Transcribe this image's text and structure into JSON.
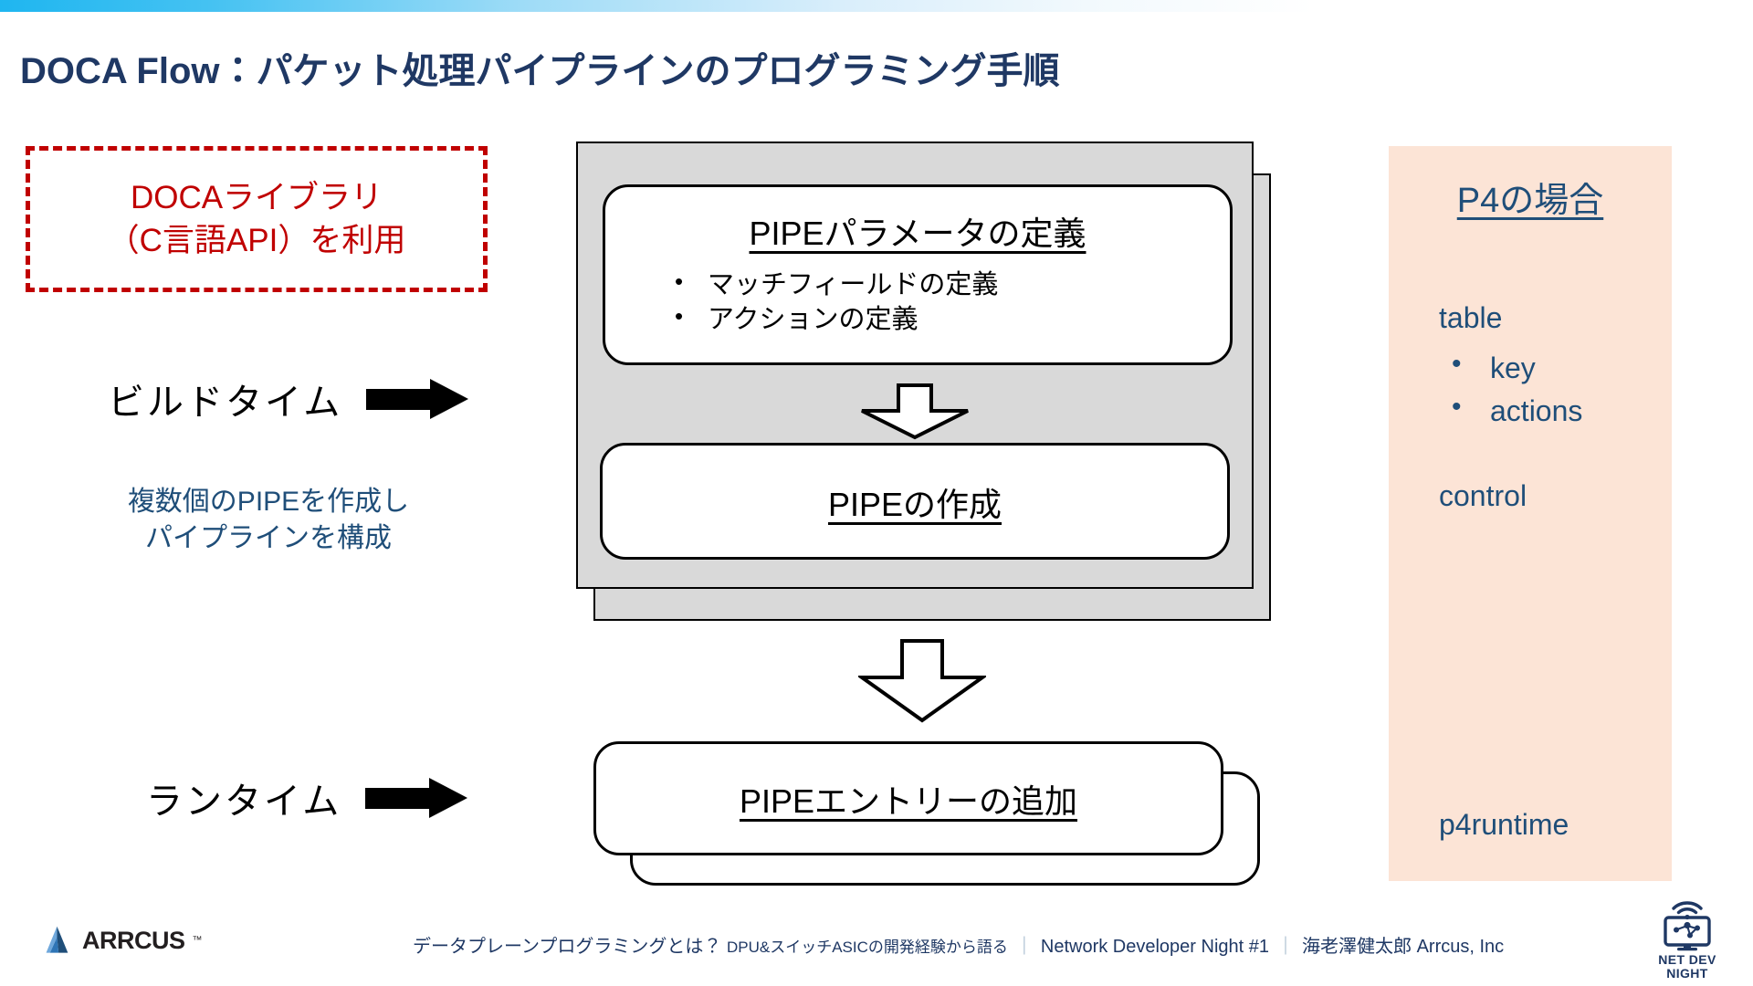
{
  "slide": {
    "title": "DOCA Flow：パケット処理パイプラインのプログラミング手順",
    "accent_top_bar_color": "#1FB6F0",
    "title_color": "#1F3864"
  },
  "callout": {
    "line1": "DOCAライブラリ",
    "line2": "（C言語API）を利用",
    "border_color": "#C00000",
    "text_color": "#C00000"
  },
  "stages": [
    {
      "label": "ビルドタイム",
      "arrow_icon": "right-arrow-icon",
      "note_line1": "複数個のPIPEを作成し",
      "note_line2": "パイプラインを構成",
      "note_color": "#1F4E79"
    },
    {
      "label": "ランタイム",
      "arrow_icon": "right-arrow-icon"
    }
  ],
  "flow": {
    "buildtime_container_fill": "#D9D9D9",
    "params_box": {
      "heading": "PIPEパラメータの定義",
      "bullets": [
        "マッチフィールドの定義",
        "アクションの定義"
      ]
    },
    "inner_arrow_icon": "down-arrow-icon",
    "create_box": {
      "heading": "PIPEの作成"
    },
    "outer_arrow_icon": "down-arrow-icon",
    "runtime_box": {
      "heading": "PIPEエントリーの追加"
    }
  },
  "p4_panel": {
    "background_color": "#FCE4D6",
    "text_color": "#1F4E79",
    "title": "P4の場合",
    "table_label": "table",
    "table_items": [
      "key",
      "actions"
    ],
    "control_label": "control",
    "runtime_label": "p4runtime"
  },
  "footer": {
    "logo_text": "ARRCUS",
    "logo_tm": "™",
    "caption_main": "データプレーンプログラミングとは？ ",
    "caption_small": "DPU&スイッチASICの開発経験から語る",
    "separator": "｜",
    "event": "Network Developer Night #1",
    "speaker": "海老澤健太郎 Arrcus, Inc",
    "badge_line1": "NET DEV",
    "badge_line2": "NIGHT"
  }
}
